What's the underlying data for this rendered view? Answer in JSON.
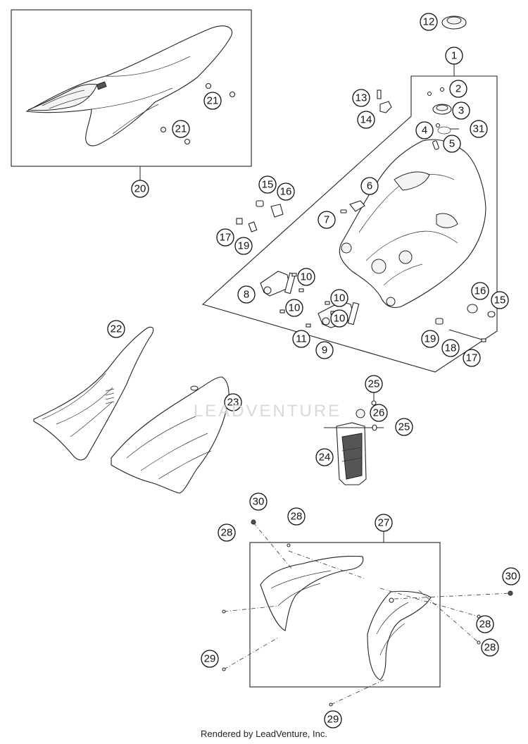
{
  "footer": {
    "credit": "Rendered by LeadVenture, Inc."
  },
  "watermark": {
    "text": "LEADVENTURE"
  },
  "callouts": [
    "1",
    "2",
    "3",
    "4",
    "5",
    "6",
    "7",
    "8",
    "9",
    "10",
    "10",
    "10",
    "10",
    "11",
    "12",
    "13",
    "14",
    "15",
    "15",
    "16",
    "16",
    "17",
    "17",
    "18",
    "19",
    "19",
    "20",
    "21",
    "21",
    "22",
    "23",
    "24",
    "25",
    "25",
    "26",
    "27",
    "28",
    "28",
    "28",
    "28",
    "29",
    "29",
    "30",
    "30",
    "31"
  ]
}
